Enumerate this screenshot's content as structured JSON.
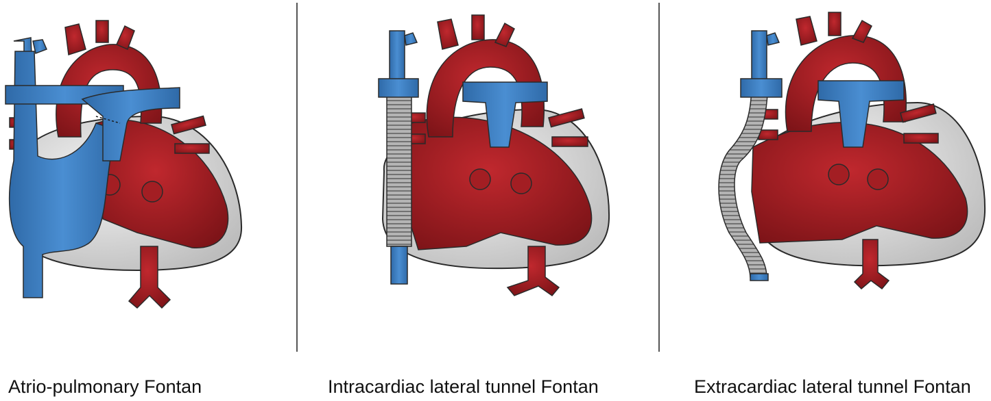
{
  "figure": {
    "panels": [
      {
        "id": "atrio-pulmonary",
        "caption": "Atrio-pulmonary Fontan"
      },
      {
        "id": "intracardiac",
        "caption": "Intracardiac lateral tunnel Fontan"
      },
      {
        "id": "extracardiac",
        "caption": "Extracardiac lateral tunnel Fontan"
      }
    ],
    "colors": {
      "oxygenated_red": "#a31e23",
      "deoxygenated_blue": "#3f7fc4",
      "heart_shell": "#e2e2e2",
      "graft_gray": "#a8a8a8",
      "outline": "#2a2a2a",
      "divider": "#555555"
    }
  }
}
